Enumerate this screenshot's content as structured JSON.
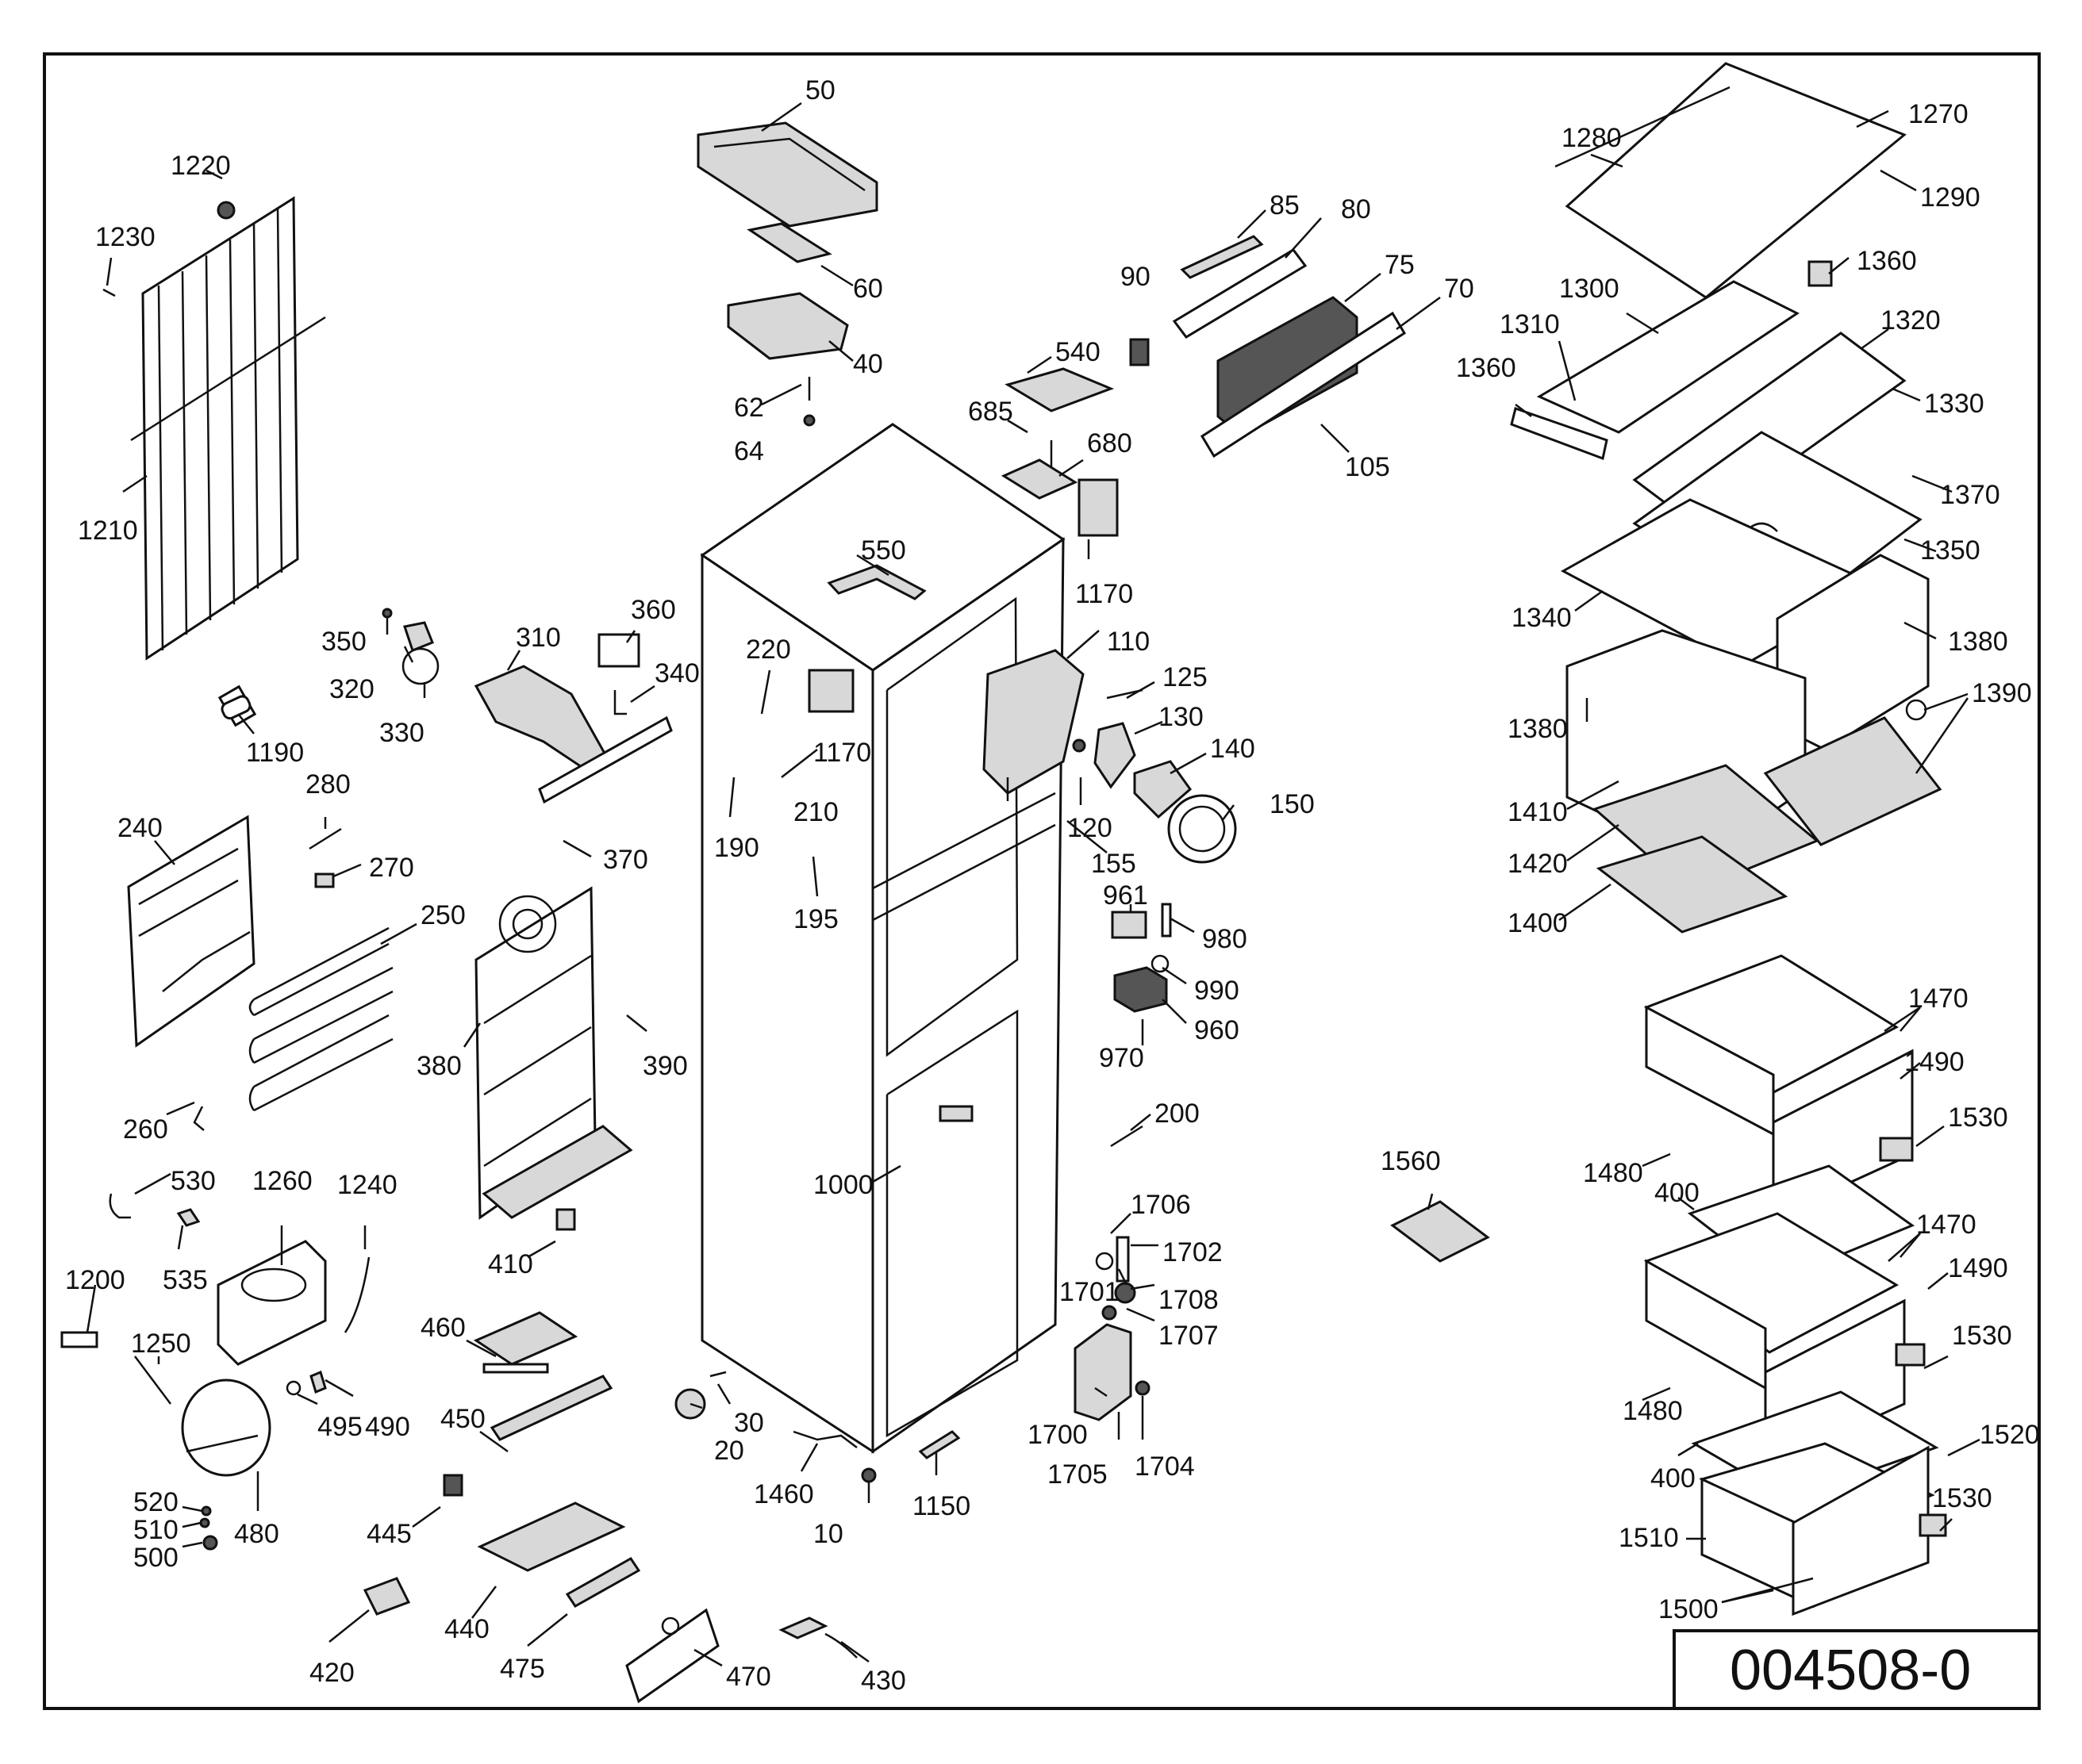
{
  "document_code": "004508-0",
  "labels": {
    "50": "50",
    "60": "60",
    "40": "40",
    "62": "62",
    "64": "64",
    "85": "85",
    "80": "80",
    "90": "90",
    "75": "75",
    "70": "70",
    "105": "105",
    "540": "540",
    "685": "685",
    "680": "680",
    "1170a": "1170",
    "1170b": "1170",
    "550": "550",
    "220": "220",
    "210": "210",
    "190": "190",
    "195": "195",
    "110": "110",
    "125": "125",
    "130": "130",
    "140": "140",
    "150": "150",
    "120": "120",
    "155": "155",
    "961": "961",
    "980": "980",
    "990": "990",
    "960": "960",
    "970": "970",
    "200": "200",
    "1000": "1000",
    "1706": "1706",
    "1702": "1702",
    "1701": "1701",
    "1708": "1708",
    "1707": "1707",
    "1700": "1700",
    "1705": "1705",
    "1704": "1704",
    "20": "20",
    "30": "30",
    "10": "10",
    "1460": "1460",
    "1150": "1150",
    "430": "430",
    "1220": "1220",
    "1230": "1230",
    "1210": "1210",
    "1190": "1190",
    "350": "350",
    "320": "320",
    "330": "330",
    "310": "310",
    "360": "360",
    "340": "340",
    "370": "370",
    "280": "280",
    "240": "240",
    "270": "270",
    "250": "250",
    "260": "260",
    "380": "380",
    "390": "390",
    "410": "410",
    "530": "530",
    "535": "535",
    "1260": "1260",
    "1240": "1240",
    "1200": "1200",
    "1250": "1250",
    "495": "495",
    "490": "490",
    "520": "520",
    "510": "510",
    "500": "500",
    "480": "480",
    "460": "460",
    "450": "450",
    "445": "445",
    "440": "440",
    "420": "420",
    "475": "475",
    "470": "470",
    "1560": "1560",
    "1280": "1280",
    "1270": "1270",
    "1290": "1290",
    "1360a": "1360",
    "1300": "1300",
    "1310": "1310",
    "1360b": "1360",
    "1320": "1320",
    "1330": "1330",
    "1370": "1370",
    "1350": "1350",
    "1340": "1340",
    "1380a": "1380",
    "1380b": "1380",
    "1390": "1390",
    "1410": "1410",
    "1420": "1420",
    "1400": "1400",
    "1470a": "1470",
    "1490a": "1490",
    "1530a": "1530",
    "1480a": "1480",
    "400a": "400",
    "1470b": "1470",
    "1490b": "1490",
    "1530b": "1530",
    "1480b": "1480",
    "400b": "400",
    "1520": "1520",
    "1530c": "1530",
    "1510": "1510",
    "1500": "1500"
  }
}
